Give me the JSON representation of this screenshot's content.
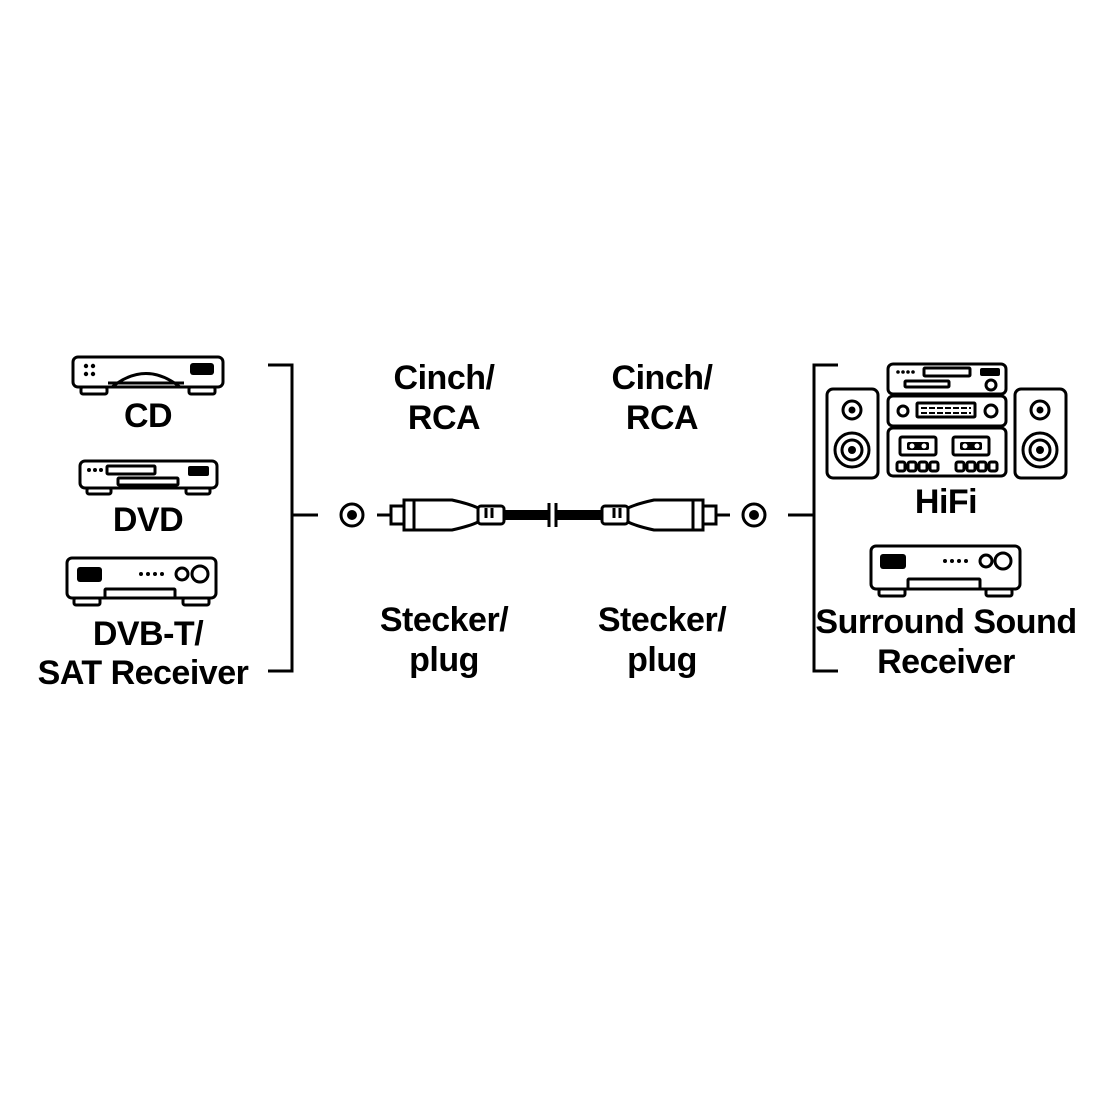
{
  "left_devices": {
    "cd": {
      "label": "CD",
      "icon": "cd-player-icon"
    },
    "dvd": {
      "label": "DVD",
      "icon": "dvd-player-icon"
    },
    "receiver": {
      "label_line1": "DVB-T/",
      "label_line2": "SAT Receiver",
      "icon": "sat-receiver-icon"
    }
  },
  "cable": {
    "left_connector": {
      "label_line1": "Cinch/",
      "label_line2": "RCA"
    },
    "right_connector": {
      "label_line1": "Cinch/",
      "label_line2": "RCA"
    },
    "left_plug": {
      "label_line1": "Stecker/",
      "label_line2": "plug"
    },
    "right_plug": {
      "label_line1": "Stecker/",
      "label_line2": "plug"
    },
    "icon": "rca-cable-icon"
  },
  "right_devices": {
    "hifi": {
      "label": "HiFi",
      "icon": "hifi-stereo-icon"
    },
    "surround": {
      "label_line1": "Surround Sound",
      "label_line2": "Receiver",
      "icon": "surround-receiver-icon"
    }
  },
  "colors": {
    "ink": "#000000",
    "background": "#ffffff"
  }
}
